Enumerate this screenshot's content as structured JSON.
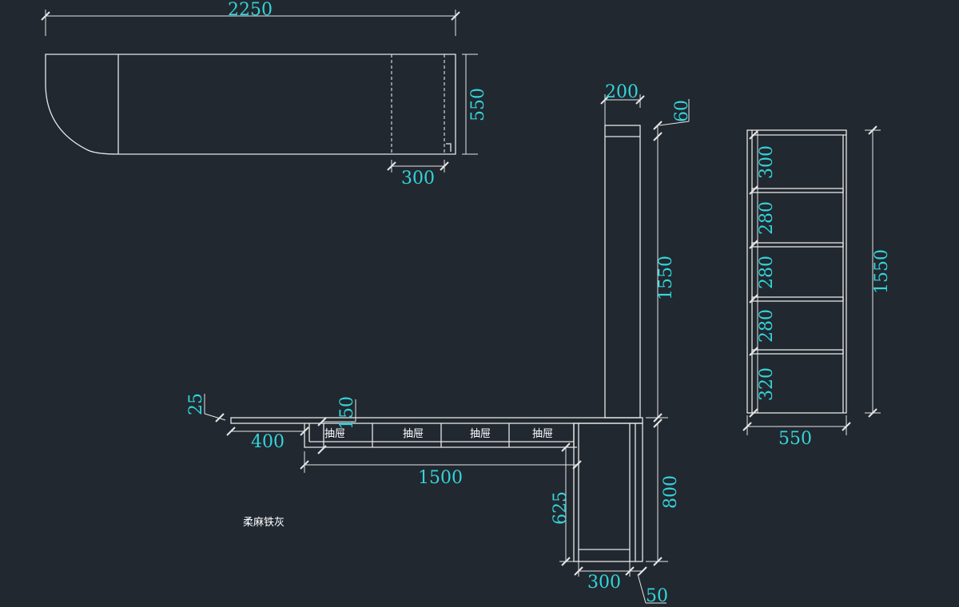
{
  "colors": {
    "background": "#212830",
    "lines": "#e6e6e6",
    "dimension_text": "#35d3d8",
    "label_text": "#ffffff"
  },
  "top_view": {
    "width": "2250",
    "depth": "550",
    "end_section": "300"
  },
  "front_view": {
    "column_width": "200",
    "column_top": "60",
    "column_height": "1550",
    "desk_thickness": "25",
    "desk_left": "400",
    "drawer_height": "150",
    "drawer_run": "1500",
    "cabinet_height": "625",
    "desk_height": "800",
    "cabinet_width": "300",
    "base": "50",
    "drawers": [
      "抽屉",
      "抽屉",
      "抽屉",
      "抽屉"
    ],
    "material": "柔麻铁灰"
  },
  "side_view": {
    "shelves": [
      "300",
      "280",
      "280",
      "280",
      "320"
    ],
    "height": "1550",
    "width": "550"
  }
}
